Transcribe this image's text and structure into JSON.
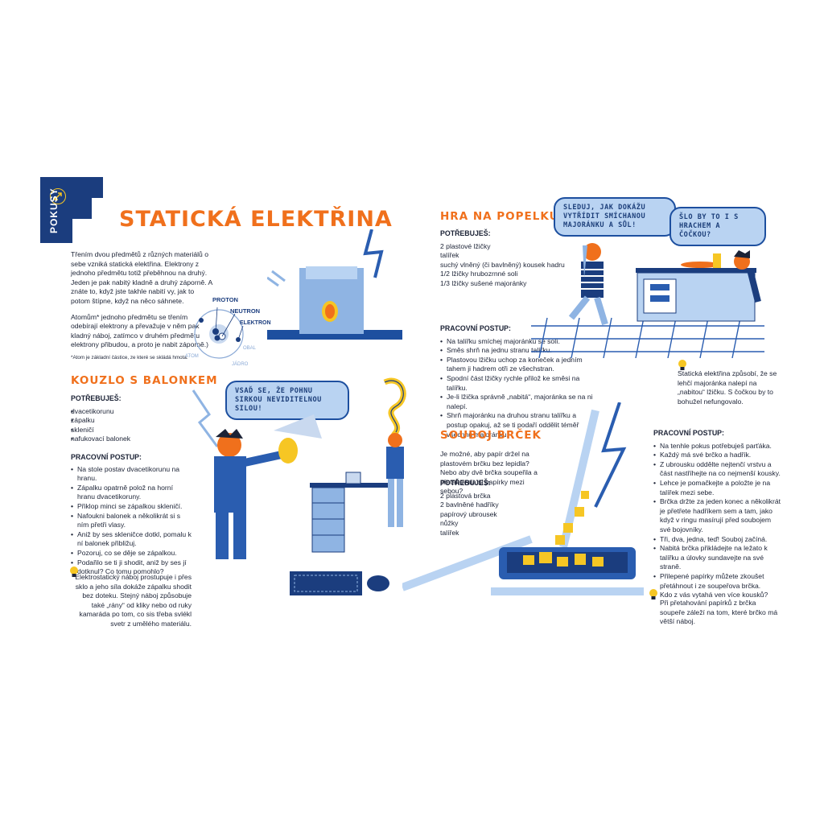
{
  "section_tab": {
    "label": "POKUSY",
    "icon": "experiment-arrows-icon"
  },
  "title": "STATICKÁ ELEKTŘINA",
  "intro": [
    "Třením dvou předmětů z různých materiálů o sebe vzniká statická elektřina. Elektrony z jednoho předmětu totiž přeběhnou na druhý. Jeden je pak nabitý kladně a druhý záporně. A znáte to, když jste takhle nabití vy, jak to potom štípne, když na něco sáhnete.",
    "Atomům* jednoho předmětu se třením odebírají elektrony a převažuje v něm pak kladný náboj, zatímco v druhém předmětu elektrony přibudou, a proto je nabit záporně.)"
  ],
  "atom_footnote": "*Atom je základní částice, ze které se skládá hmota.",
  "atom_labels": {
    "proton": "PROTON",
    "neutron": "NEUTRON",
    "electron": "ELEKTRON",
    "orbit": "OBAL",
    "nucleus": "JÁDRO",
    "atom": "ATOM"
  },
  "balloon": {
    "heading": "KOUZLO S BALONKEM",
    "needs_label": "POTŘEBUJEŠ:",
    "needs": [
      "dvacetikorunu",
      "zápalku",
      "skleničí",
      "nafukovací balonek"
    ],
    "procedure_label": "PRACOVNÍ POSTUP:",
    "steps": [
      "Na stole postav dvacetikorunu na hranu.",
      "Zápalku opatrně polož na horní hranu dvacetikoruny.",
      "Přiklop minci se zápalkou skleničí.",
      "Nafoukni balonek a několikrát si s ním přetři vlasy.",
      "Aniž by ses skleničce dotkl, pomalu k ní balonek přibližuj.",
      "Pozoruj, co se děje se zápalkou.",
      "Podařilo se ti ji shodit, aniž by ses jí dotknul? Co tomu pomohlo?"
    ],
    "tip": "Elektrostatický náboj prostupuje i přes sklo a jeho síla dokáže zápalku shodit bez doteku. Stejný náboj způsobuje také „rány“ od kliky nebo od ruky kamaráda po tom, co sis třeba svlékl svetr z umělého materiálu.",
    "bubble": "VSAĎ SE, ŽE POHNU SIRKOU NEVIDITELNOU SILOU!"
  },
  "cinderella": {
    "heading": "HRA NA POPELKU",
    "needs_label": "POTŘEBUJEŠ:",
    "needs": [
      "2 plastové lžičky",
      "talířek",
      "suchý vlněný (či bavlněný) kousek hadru",
      "1/2 lžičky hrubozrnné soli",
      "1/3 lžičky sušené majoránky"
    ],
    "procedure_label": "PRACOVNÍ POSTUP:",
    "steps": [
      "Na talířku smíchej majoránku se solí.",
      "Směs shrň na jednu stranu talířku.",
      "Plastovou lžičku uchop za koneček a jedním tahem ji hadrem otři ze všechstran.",
      "Spodní část lžičky rychle přilož ke směsi na talířku.",
      "Je-li lžička správně „nabitá“, majoránka se na ni nalepí.",
      "Shrň majoránku na druhou stranu talířku a postup opakuj, až se ti podaří oddělit téměř všechnu majoránku."
    ],
    "tip": "Statická elektřina způsobí, že se lehčí majoránka nalepí na „nabitou“ lžičku. S čočkou by to bohužel nefungovalo.",
    "bubble_girl": "SLEDUJ, JAK DOKÁŽU VYTŘÍDIT SMÍCHANOU MAJORÁNKU A SŮL!",
    "bubble_boy": "ŠLO BY TO I S HRACHEM A ČOČKOU?"
  },
  "straws": {
    "heading": "SOUBOJ BRČEK",
    "intro": "Je možné, aby papír držel na plastovém brčku bez lepidla? Nebo aby dvě brčka soupeřila a přetahovala si papírky mezi sebou?",
    "needs_label": "POTŘEBUJEŠ:",
    "needs": [
      "2 plastová brčka",
      "2 bavlněné hadříky",
      "papírový ubrousek",
      "nůžky",
      "talířek"
    ],
    "procedure_label": "PRACOVNÍ POSTUP:",
    "steps": [
      "Na tenhle pokus potřebuješ parťáka.",
      "Každý má své brčko a hadřík.",
      "Z ubrousku oddělte nejtenčí vrstvu a část nastříhejte na co nejmenší kousky.",
      "Lehce je pomačkejte a položte je na talířek mezi sebe.",
      "Brčka držte za jeden konec a několikrát je přetřete hadříkem sem a tam, jako když v ringu masírují před soubojem své bojovníky.",
      "Tři, dva, jedna, teď! Souboj začíná.",
      "Nabitá brčka přikládejte na ležato k talířku a úlovky sundavejte na své straně.",
      "Přilepené papírky můžete zkoušet přetáhnout i ze soupeřova brčka.",
      "Kdo z vás vytahá ven více kousků?"
    ],
    "tip": "Při přetahování papírků z brčka soupeře záleží na tom, které brčko má větší náboj."
  },
  "colors": {
    "navy": "#1b3d7e",
    "blue": "#2a5db0",
    "light_blue": "#b9d3f2",
    "orange": "#f0701c",
    "yellow": "#f6c624"
  }
}
